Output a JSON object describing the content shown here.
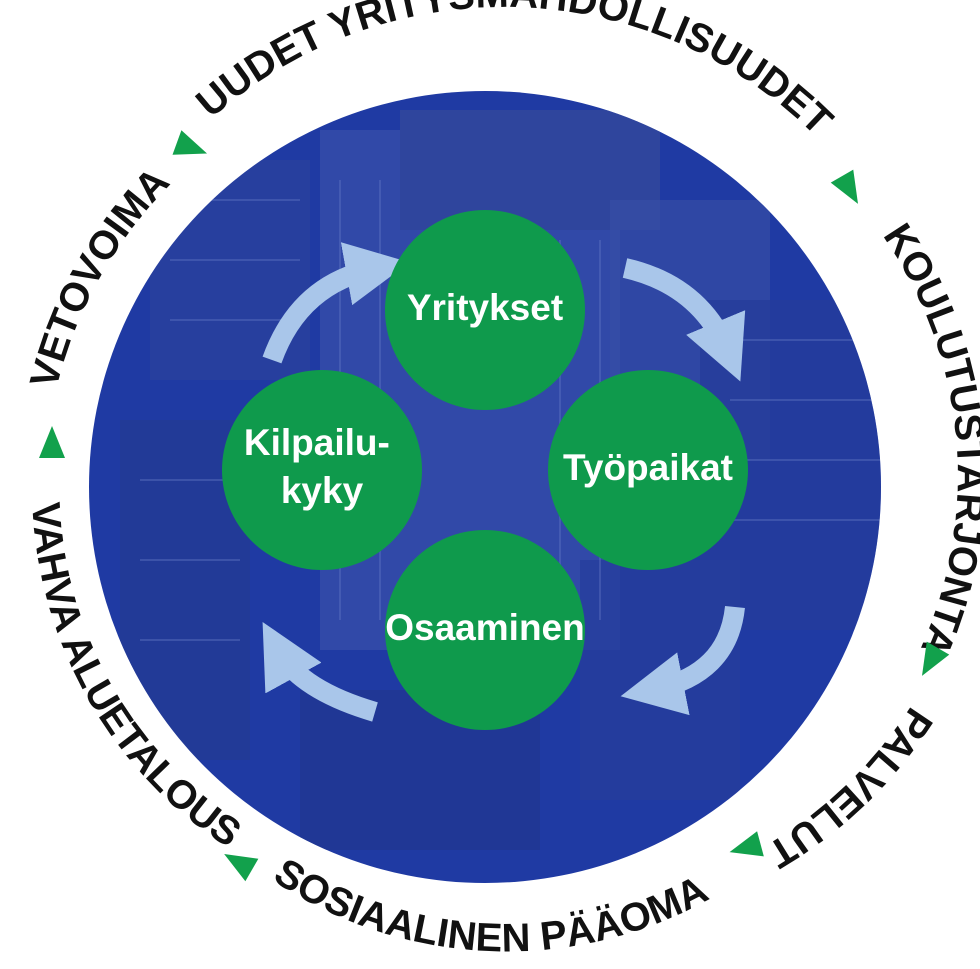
{
  "colors": {
    "disc_blue": "#1f3aa3",
    "node_green": "#0f9a4c",
    "arrow_light_blue": "#a9c6ea",
    "marker_green": "#12a14c",
    "ring_text": "#111111",
    "node_text": "#ffffff"
  },
  "ring_labels": [
    {
      "id": "uudet",
      "text": "UUDET YRITYSMAHDOLLISUUDET"
    },
    {
      "id": "koulutus",
      "text": "KOULUTUSTARJONTA"
    },
    {
      "id": "palvelut",
      "text": "PALVELUT"
    },
    {
      "id": "sosiaalinen",
      "text": "SOSIAALINEN PÄÄOMA"
    },
    {
      "id": "vahva",
      "text": "VAHVA ALUETALOUS"
    },
    {
      "id": "vetovoima",
      "text": "VETOVOIMA"
    }
  ],
  "nodes": [
    {
      "id": "yritykset",
      "lines": [
        "Yritykset"
      ]
    },
    {
      "id": "tyopaikat",
      "lines": [
        "Työpaikat"
      ]
    },
    {
      "id": "osaaminen",
      "lines": [
        "Osaaminen"
      ]
    },
    {
      "id": "kilpailukyky",
      "lines": [
        "Kilpailu-",
        "kyky"
      ]
    }
  ],
  "background_icon": "aerial-city-photo-icon",
  "marker_icon": "triangle-marker-icon",
  "cycle_arrow_icon": "curved-arrow-icon"
}
